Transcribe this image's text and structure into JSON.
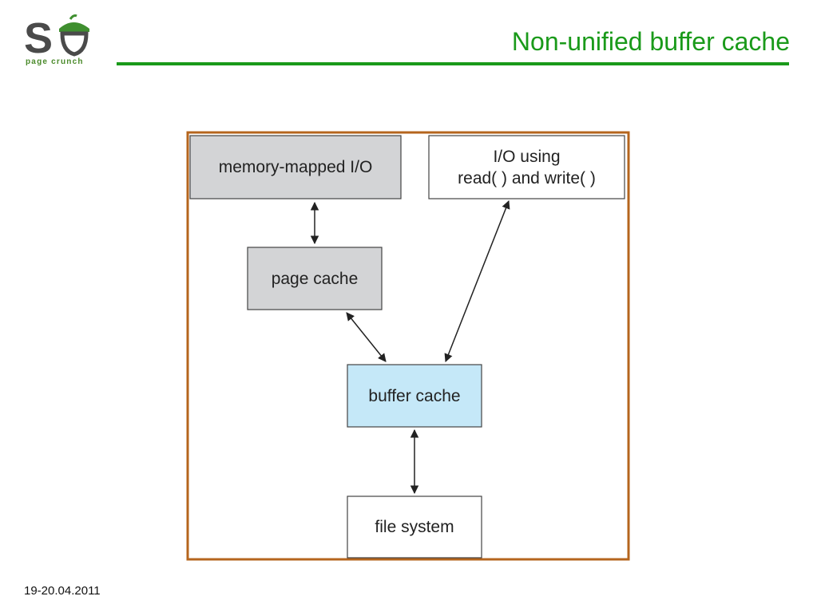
{
  "header": {
    "logo_text": "page crunch",
    "title": "Non-unified buffer cache"
  },
  "diagram": {
    "nodes": {
      "memory_mapped_io": "memory-mapped I/O",
      "io_read_write_line1": "I/O using",
      "io_read_write_line2": "read( ) and write( )",
      "page_cache": "page cache",
      "buffer_cache": "buffer cache",
      "file_system": "file system"
    },
    "colors": {
      "frame": "#b5651d",
      "gray_box": "#d3d4d6",
      "blue_box": "#c5e8f8",
      "white_box": "#ffffff"
    }
  },
  "footer": {
    "date": "19-20.04.2011"
  }
}
